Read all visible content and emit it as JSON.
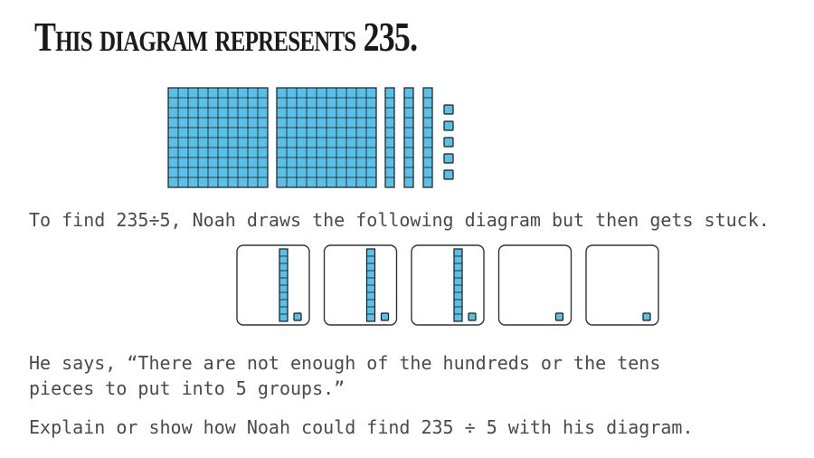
{
  "slide": {
    "title": "This diagram represents 235.",
    "paragraph1": "To find 235÷5, Noah draws the following diagram but then gets stuck.",
    "paragraph2_line1": "He says, “There are not enough of the hundreds or the tens",
    "paragraph2_line2": "pieces to put into 5 groups.”",
    "paragraph3": "Explain or show how Noah could find 235 ÷ 5 with his diagram."
  },
  "base_ten_blocks": {
    "hundreds": 2,
    "tens": 3,
    "ones": 5
  },
  "groups": [
    {
      "tens": 1,
      "ones": 1
    },
    {
      "tens": 1,
      "ones": 1
    },
    {
      "tens": 1,
      "ones": 1
    },
    {
      "tens": 0,
      "ones": 1
    },
    {
      "tens": 0,
      "ones": 1
    }
  ],
  "colors": {
    "block_fill": "#5bc0e8",
    "block_stroke": "#1a1a1a",
    "text": "#4a4a4a"
  }
}
